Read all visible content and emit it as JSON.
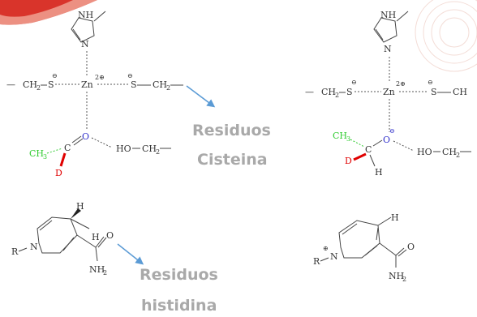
{
  "labels": {
    "cys_line1": "Residuos",
    "cys_line2": "Cisteina",
    "his_line1": "Residuos",
    "his_line2": "histidina"
  },
  "chem": {
    "nh": "NH",
    "n": "N",
    "ch2": "CH",
    "sub2": "2",
    "s": "S",
    "zn": "Zn",
    "zn_charge": "2⊕",
    "minus": "⊖",
    "plus": "⊕",
    "ch3": "CH",
    "sub3": "3",
    "c": "C",
    "d": "D",
    "o": "O",
    "h": "H",
    "ho": "HO",
    "r": "R",
    "nh2": "NH",
    "dash": "—"
  },
  "colors": {
    "arrow": "#5b9bd5",
    "label_gray": "#a9a9a9",
    "methyl": "#33cc33",
    "deuterium": "#e00000",
    "oxygen": "#3333cc",
    "decoration_red": "#d9342b"
  }
}
